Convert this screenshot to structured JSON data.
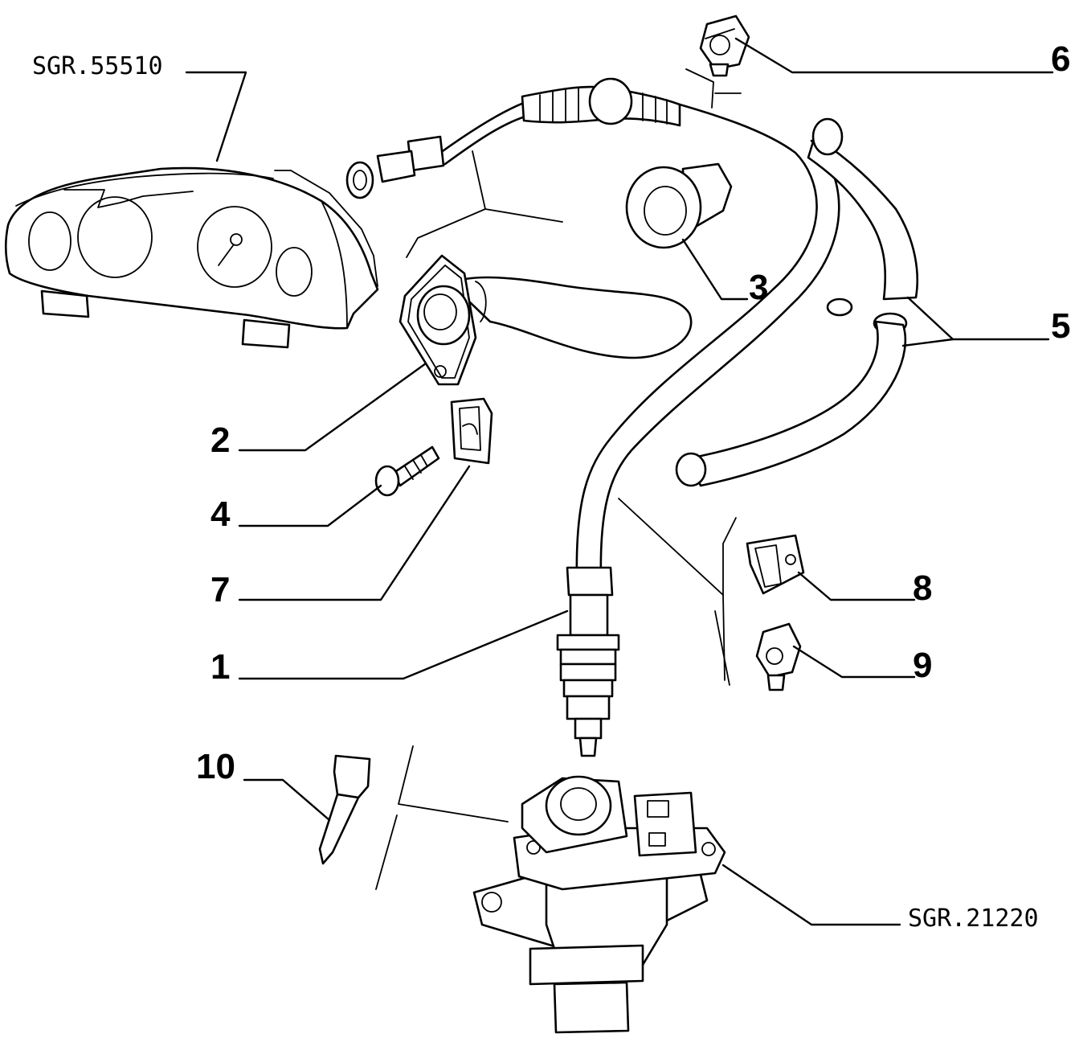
{
  "references": {
    "instrument_cluster": "SGR.55510",
    "gearbox_assembly": "SGR.21220"
  },
  "callouts": {
    "c1": "1",
    "c2": "2",
    "c3": "3",
    "c4": "4",
    "c5": "5",
    "c6": "6",
    "c7": "7",
    "c8": "8",
    "c9": "9",
    "c10": "10"
  }
}
